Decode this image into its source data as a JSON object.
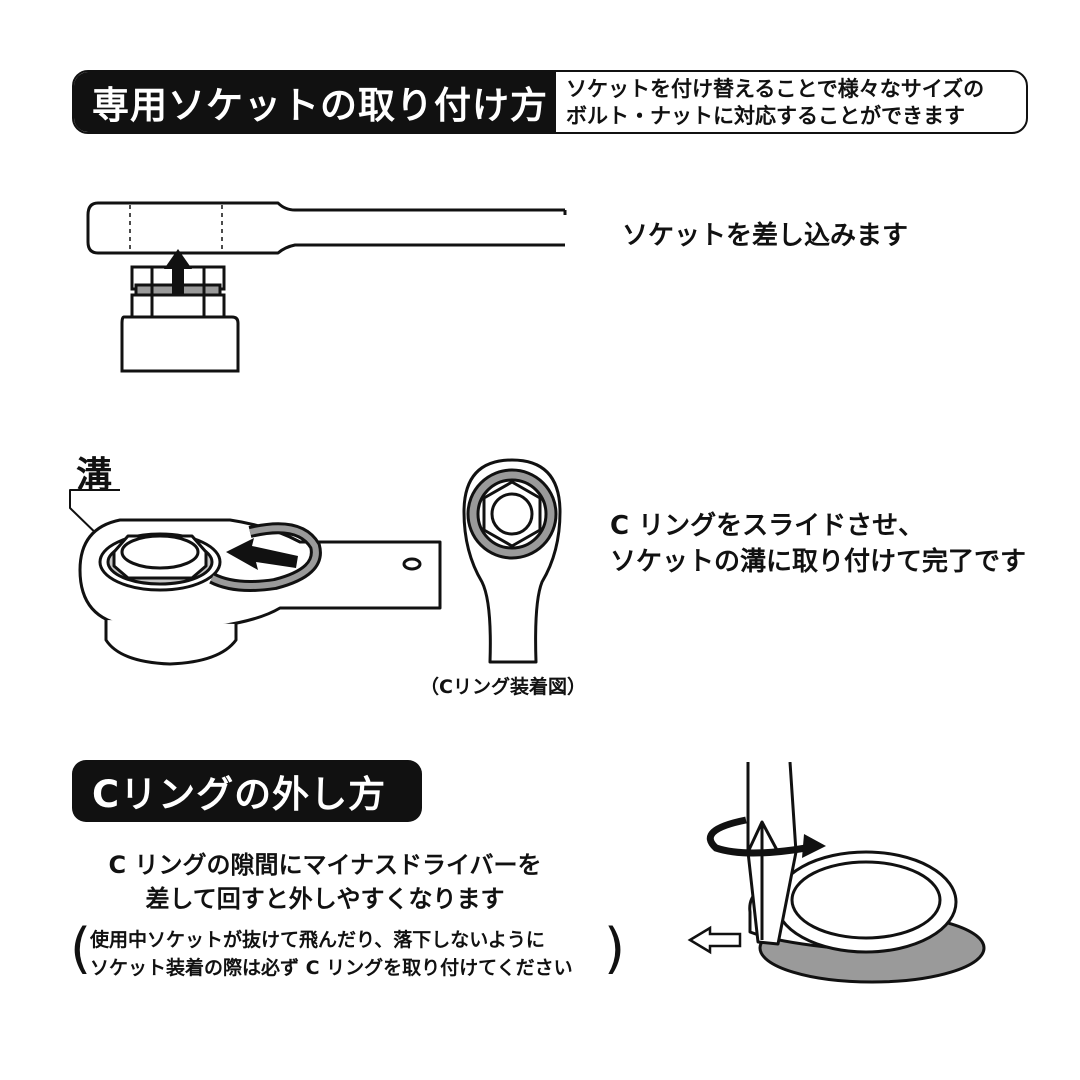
{
  "section1": {
    "title": "専用ソケットの取り付け方",
    "desc_line1": "ソケットを付け替えることで様々なサイズの",
    "desc_line2": "ボルト・ナットに対応することができます"
  },
  "step1": {
    "text": "ソケットを差し込みます"
  },
  "step2": {
    "groove_label": "溝",
    "text_line1": "C リングをスライドさせ、",
    "text_line2": "ソケットの溝に取り付けて完了です",
    "caption": "（Cリング装着図）"
  },
  "section2": {
    "title": "Cリングの外し方",
    "line1": "C リングの隙間にマイナスドライバーを",
    "line2": "差して回すと外しやすくなります",
    "paren_open": "(",
    "paren_close": ")",
    "note_line1": "使用中ソケットが抜けて飛んだり、落下しないように",
    "note_line2": "ソケット装着の際は必ず C リングを取り付けてください"
  },
  "colors": {
    "ink": "#111111",
    "gray": "#9a9a9a",
    "light_gray": "#c8c8c8",
    "paper": "#ffffff"
  }
}
